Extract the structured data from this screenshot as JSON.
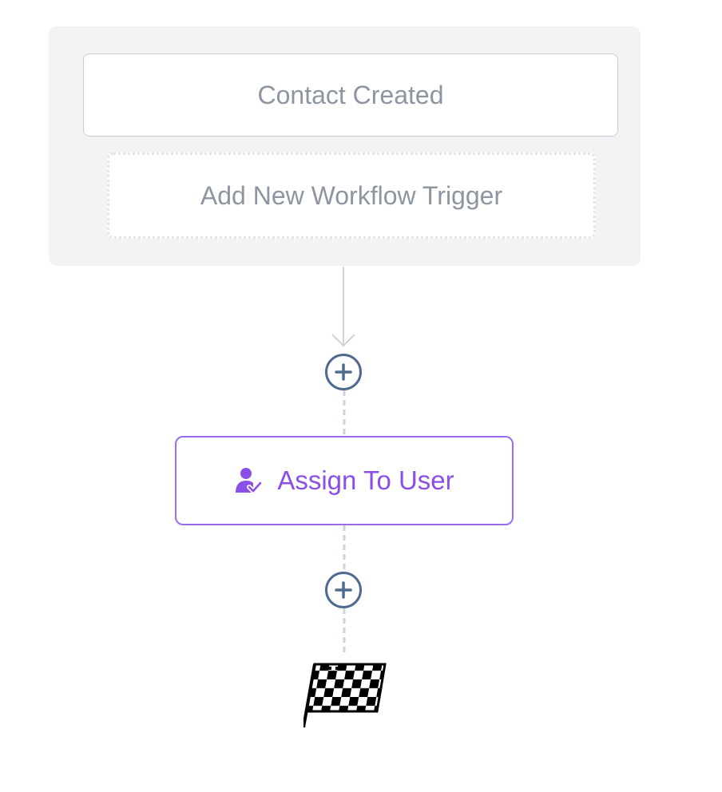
{
  "triggers": {
    "items": [
      {
        "label": "Contact Created"
      }
    ],
    "add_label": "Add New Workflow Trigger"
  },
  "actions": [
    {
      "label": "Assign To User",
      "icon": "user-check-icon"
    }
  ],
  "end": {
    "icon": "checkered-flag-icon"
  },
  "colors": {
    "panel_bg": "#f2f3f5",
    "muted_text": "#8c95a1",
    "action_accent": "#8a4fe8",
    "plus_ring": "#4e6a8e",
    "connector": "#cfd3d9"
  }
}
